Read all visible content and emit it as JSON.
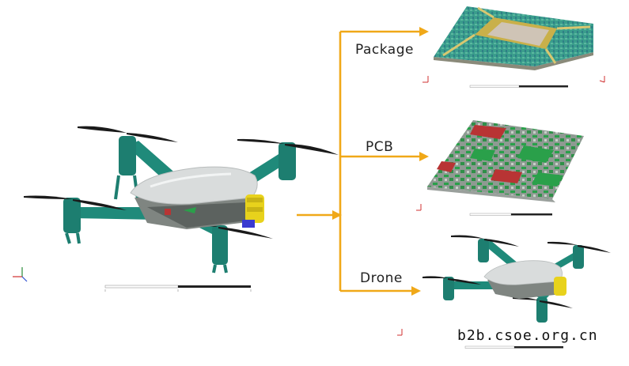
{
  "labels": {
    "package": "Package",
    "pcb": "PCB",
    "drone": "Drone"
  },
  "watermark": "b2b.csoe.org.cn",
  "colors": {
    "arrow": "#f0a818",
    "drone_body": "#1f8a7a",
    "drone_shell": "#d9dcdc",
    "battery": "#e8d21c",
    "pcb_green": "#2aa04a",
    "pcb_red": "#b83434",
    "package_teal": "#3fa28e",
    "package_gold": "#c9b04a"
  },
  "icons": [
    "axis-triad-icon",
    "scale-bar-icon"
  ]
}
